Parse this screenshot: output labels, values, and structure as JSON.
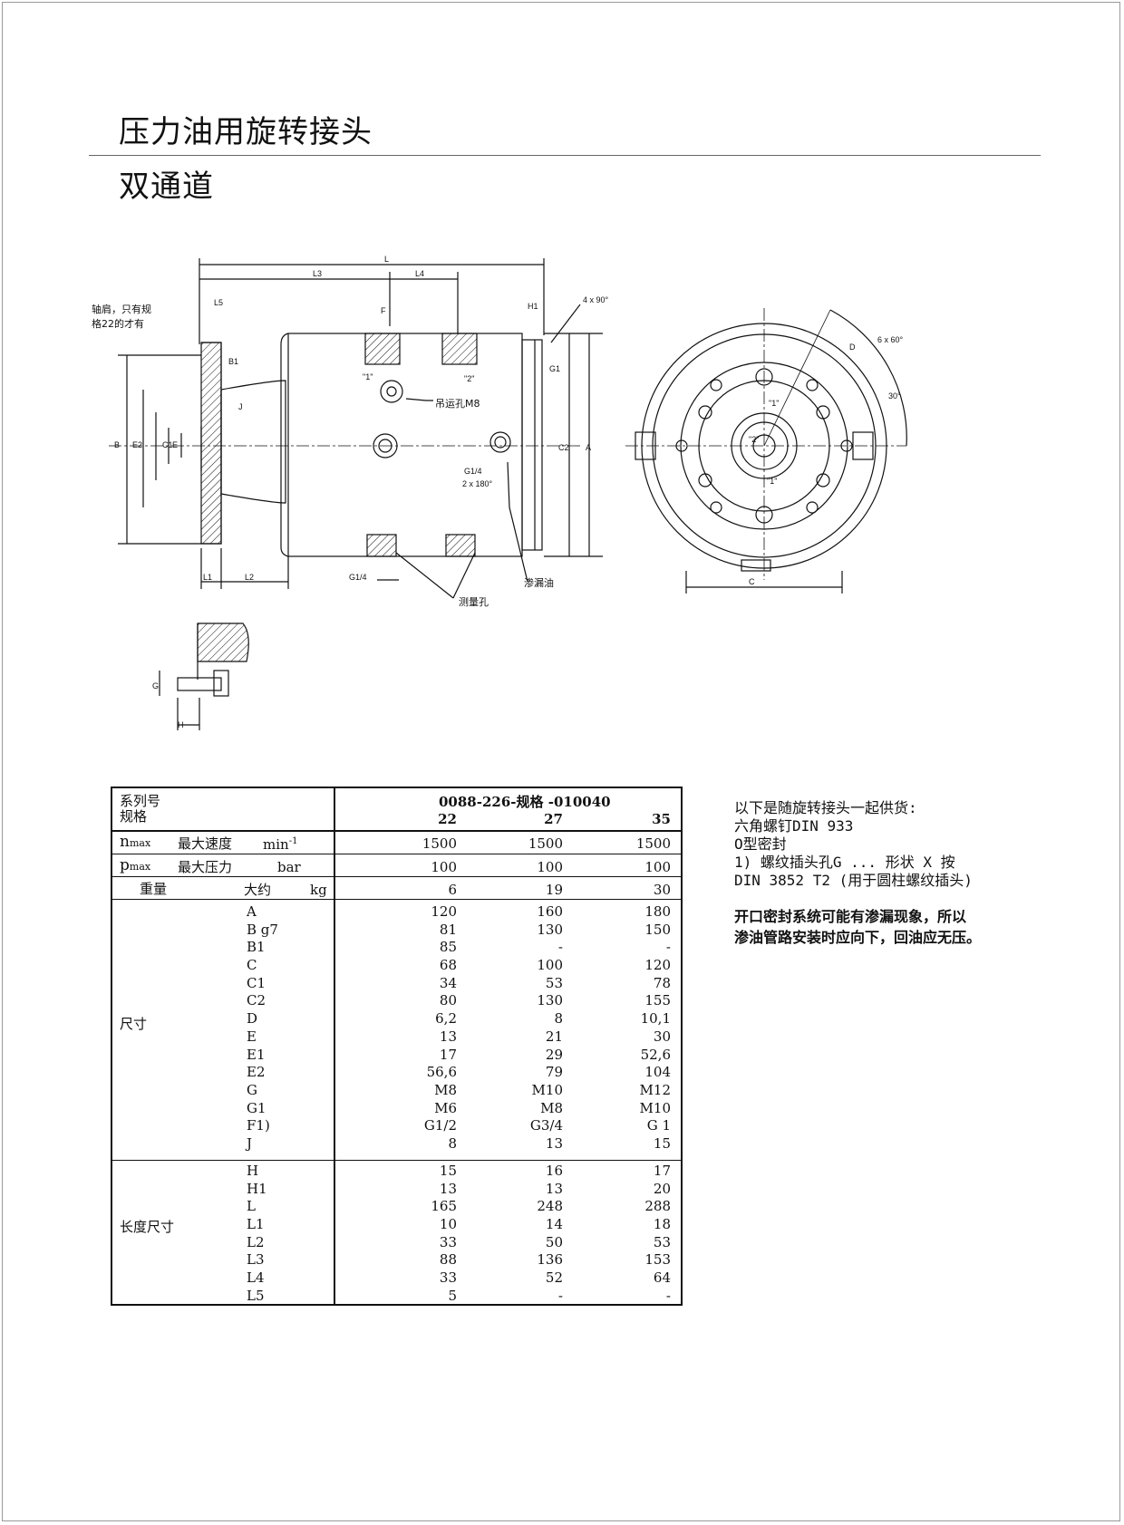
{
  "header": {
    "title": "压力油用旋转接头",
    "subtitle": "双通道"
  },
  "drawing": {
    "labels": {
      "L": "L",
      "L3": "L3",
      "L4": "L4",
      "L5": "L5",
      "F": "F",
      "H1": "H1",
      "four_x_90": "4 x 90°",
      "B1": "B1",
      "J": "J",
      "B": "B",
      "E2": "E2",
      "C1": "C1",
      "E": "E",
      "ch1": "\"1\"",
      "ch2": "\"2\"",
      "C2": "C2",
      "A": "A",
      "G1": "G1",
      "G14a": "G1/4",
      "two_x_180": "2 x 180°",
      "G14b": "G1/4",
      "L1": "L1",
      "L2": "L2",
      "C": "C",
      "D": "D",
      "six_x_60": "6 x 60°",
      "thirty": "30°",
      "G": "G",
      "H": "H",
      "rch1": "\"1\"",
      "rch2": "\"2\"",
      "rch1b": "\"1\""
    },
    "callouts": {
      "shoulder": "轴肩，只有规",
      "shoulder2": "格22的才有",
      "lifting": "吊运孔M8",
      "leakage": "渗漏油",
      "measure": "测量孔"
    }
  },
  "table": {
    "header_left_1": "系列号",
    "header_left_2": "规格",
    "series": "0088-226-规格 -010040",
    "sizes": [
      "22",
      "27",
      "35"
    ],
    "nmax": {
      "sym": "n",
      "sub": "max",
      "name": "最大速度",
      "unit": "min",
      "unit_sup": "-1",
      "values": [
        "1500",
        "1500",
        "1500"
      ]
    },
    "pmax": {
      "sym": "p",
      "sub": "max",
      "name": "最大压力",
      "unit": "bar",
      "values": [
        "100",
        "100",
        "100"
      ]
    },
    "weight": {
      "name": "重量",
      "approx": "大约",
      "unit": "kg",
      "values": [
        "6",
        "19",
        "30"
      ]
    },
    "dim_group": "尺寸",
    "dims": [
      {
        "k": "A",
        "v": [
          "120",
          "160",
          "180"
        ]
      },
      {
        "k": "B g7",
        "v": [
          "81",
          "130",
          "150"
        ]
      },
      {
        "k": "B1",
        "v": [
          "85",
          "-",
          "-"
        ]
      },
      {
        "k": "C",
        "v": [
          "68",
          "100",
          "120"
        ]
      },
      {
        "k": "C1",
        "v": [
          "34",
          "53",
          "78"
        ]
      },
      {
        "k": "C2",
        "v": [
          "80",
          "130",
          "155"
        ]
      },
      {
        "k": "D",
        "v": [
          "6,2",
          "8",
          "10,1"
        ]
      },
      {
        "k": "E",
        "v": [
          "13",
          "21",
          "30"
        ]
      },
      {
        "k": "E1",
        "v": [
          "17",
          "29",
          "52,6"
        ]
      },
      {
        "k": "E2",
        "v": [
          "56,6",
          "79",
          "104"
        ]
      },
      {
        "k": "G",
        "v": [
          "M8",
          "M10",
          "M12"
        ]
      },
      {
        "k": "G1",
        "v": [
          "M6",
          "M8",
          "M10"
        ]
      },
      {
        "k": "F1)",
        "v": [
          "G1/2",
          "G3/4",
          "G 1"
        ]
      },
      {
        "k": "J",
        "v": [
          "8",
          "13",
          "15"
        ]
      }
    ],
    "len_group": "长度尺寸",
    "lens": [
      {
        "k": "H",
        "v": [
          "15",
          "16",
          "17"
        ]
      },
      {
        "k": "H1",
        "v": [
          "13",
          "13",
          "20"
        ]
      },
      {
        "k": "L",
        "v": [
          "165",
          "248",
          "288"
        ]
      },
      {
        "k": "L1",
        "v": [
          "10",
          "14",
          "18"
        ]
      },
      {
        "k": "L2",
        "v": [
          "33",
          "50",
          "53"
        ]
      },
      {
        "k": "L3",
        "v": [
          "88",
          "136",
          "153"
        ]
      },
      {
        "k": "L4",
        "v": [
          "33",
          "52",
          "64"
        ]
      },
      {
        "k": "L5",
        "v": [
          "5",
          "-",
          "-"
        ]
      }
    ]
  },
  "notes": [
    "以下是随旋转接头一起供货:",
    "六角螺钉DIN 933",
    "O型密封",
    "1) 螺纹插头孔G ... 形状 X 按",
    "DIN 3852 T2 (用于圆柱螺纹插头)"
  ],
  "warning": [
    "开口密封系统可能有渗漏现象，所以",
    "渗油管路安装时应向下，回油应无压。"
  ]
}
